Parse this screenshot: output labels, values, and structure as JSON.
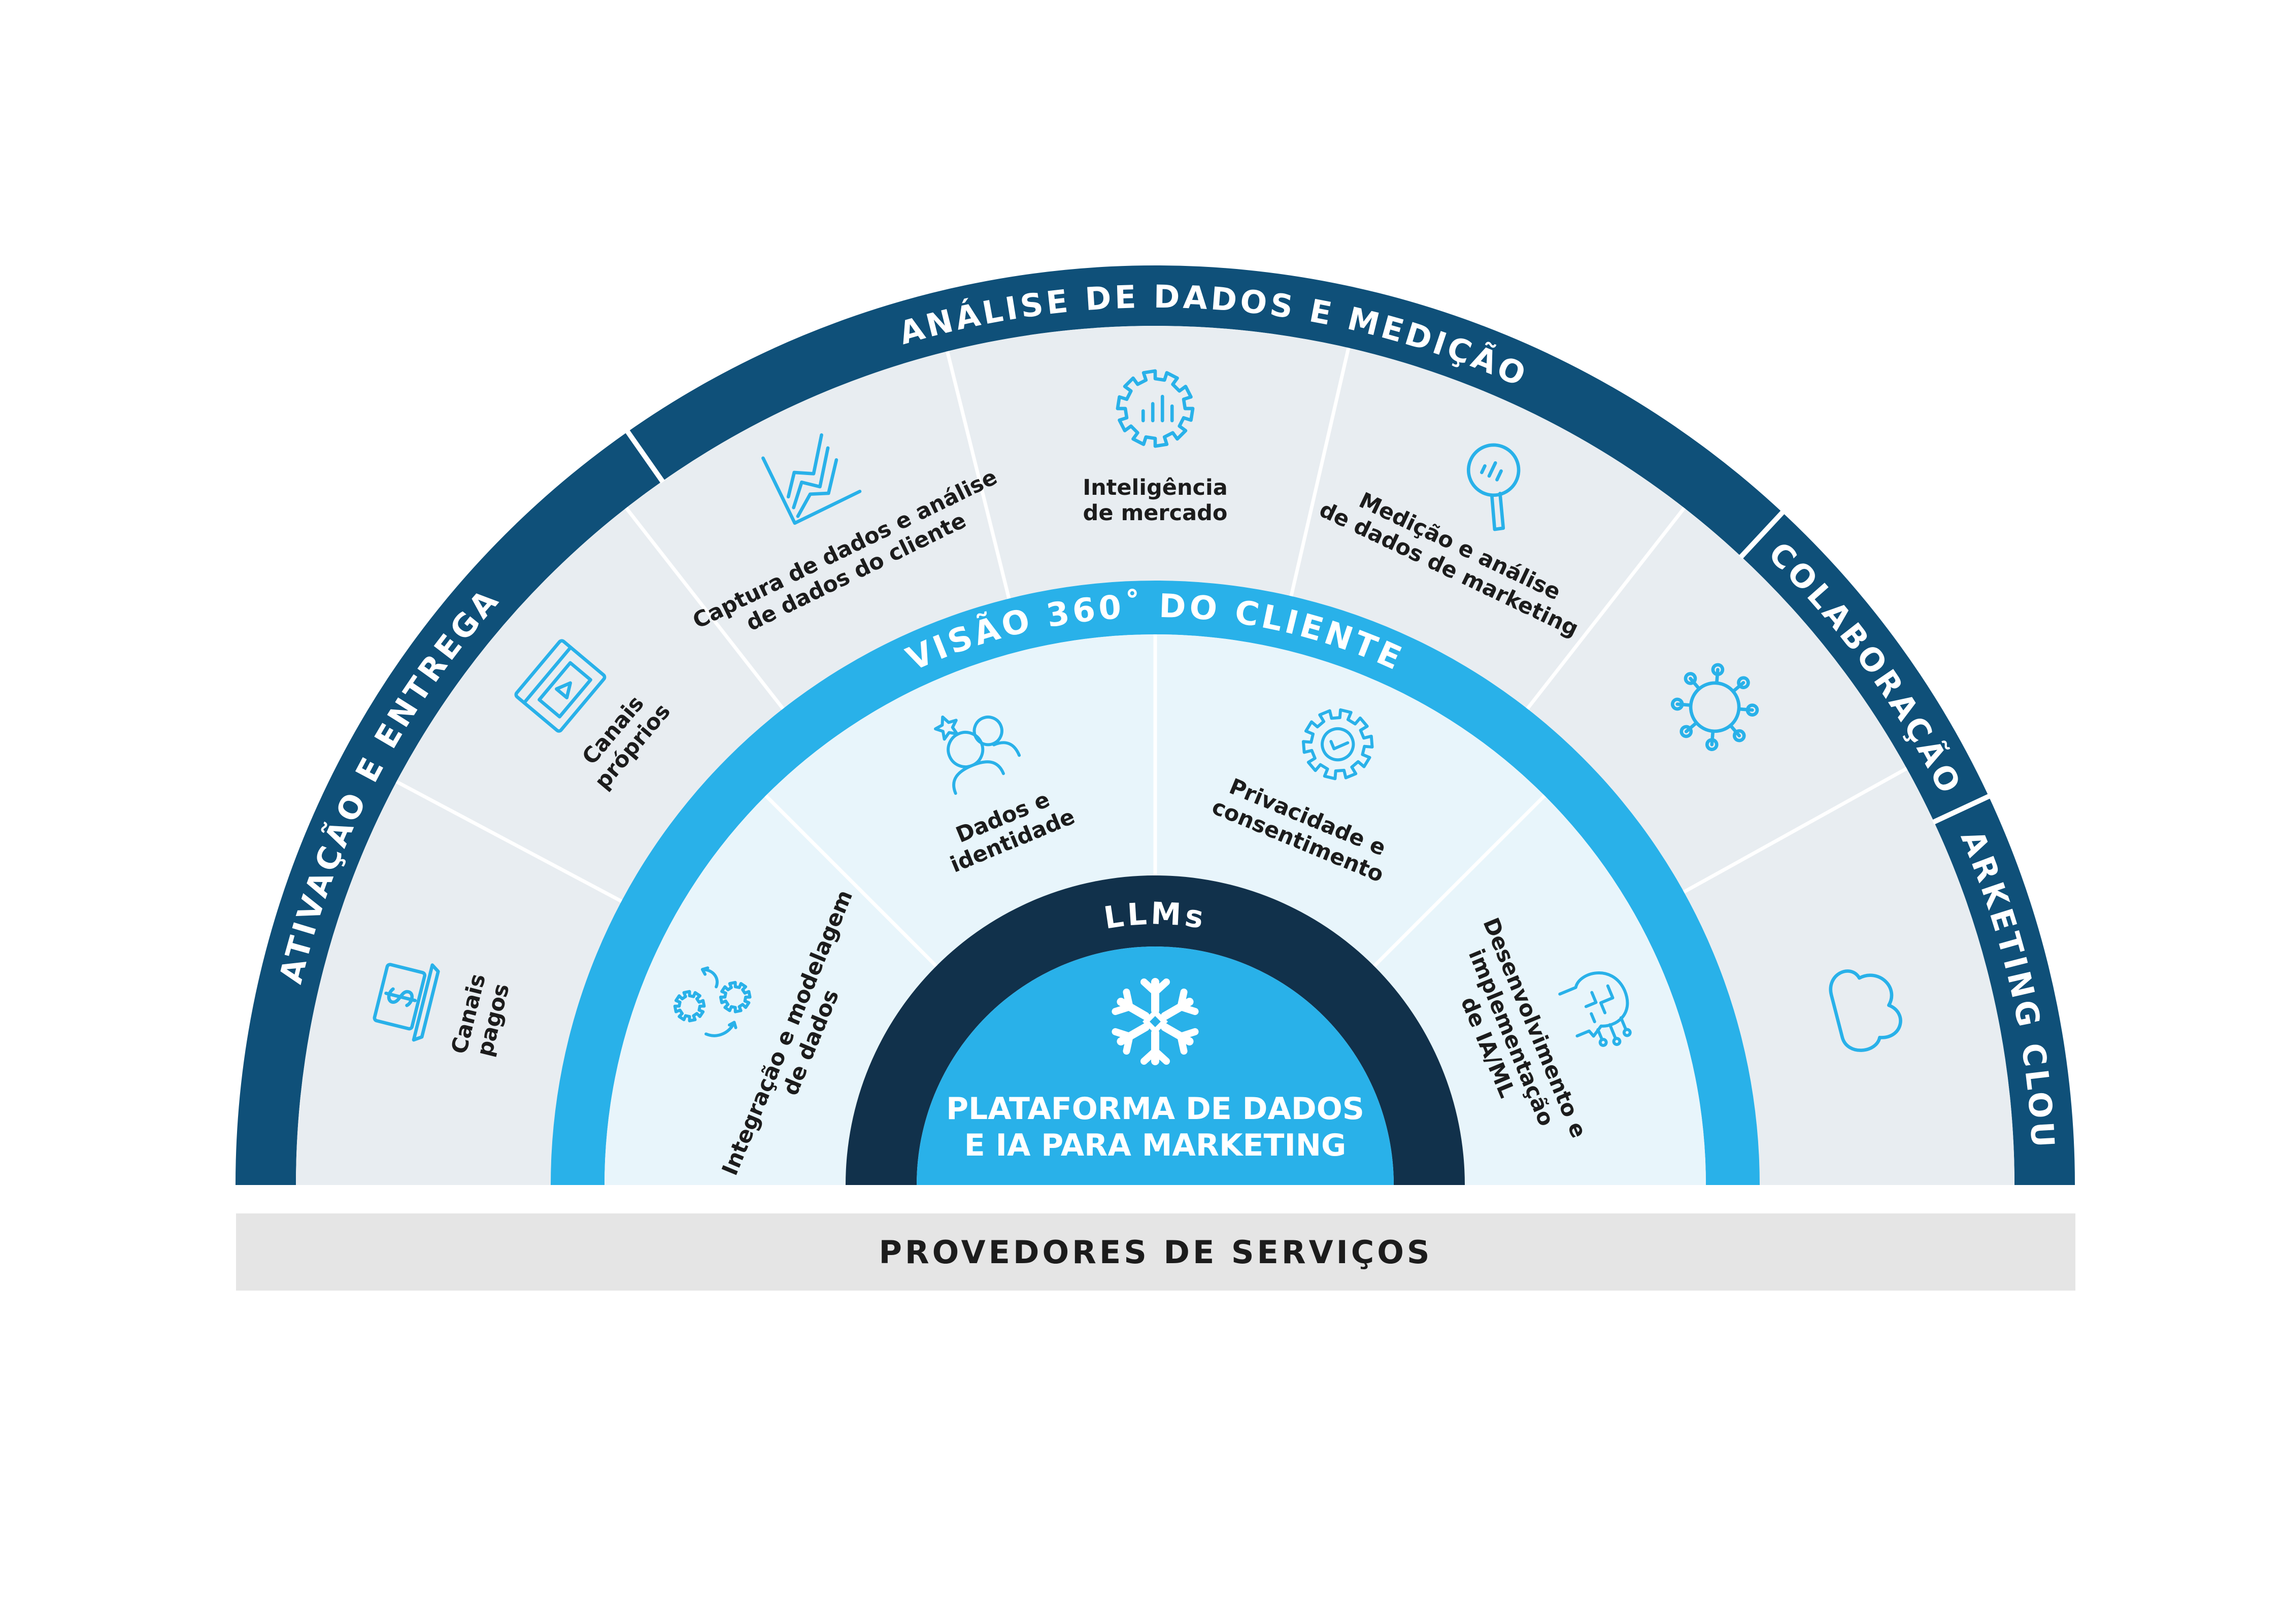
{
  "colors": {
    "outer_ring": "#0f5079",
    "outer_fill": "#e8edf1",
    "mid_ring": "#29b1e9",
    "mid_fill": "#e8f5fb",
    "llm_ring": "#11314b",
    "core": "#29b1e9",
    "icon": "#29b1e9",
    "footer": "#e5e5e5"
  },
  "outer_categories": {
    "activation": "ATIVAÇÃO E ENTREGA",
    "analytics": "ANÁLISE DE DADOS E MEDIÇÃO",
    "collaboration": "COLABORAÇÃO",
    "marketing_cloud": "MARKETING CLOUD"
  },
  "outer_segments": [
    {
      "lines": [
        "Canais",
        "pagos"
      ],
      "icon": "laptop-dollar-icon"
    },
    {
      "lines": [
        "Canais",
        "próprios"
      ],
      "icon": "browser-video-icon"
    },
    {
      "lines": [
        "Captura de dados e análise",
        "de dados do cliente"
      ],
      "icon": "line-chart-icon"
    },
    {
      "lines": [
        "Inteligência",
        "de mercado"
      ],
      "icon": "gear-bar-chart-icon"
    },
    {
      "lines": [
        "Medição e análise",
        "de dados de marketing"
      ],
      "icon": "magnifier-chart-icon"
    },
    {
      "lines": [],
      "icon": "network-hub-icon"
    },
    {
      "lines": [],
      "icon": "cloud-icon"
    }
  ],
  "middle_ring_title": "VISÃO 360˚ DO CLIENTE",
  "middle_segments": [
    {
      "lines": [
        "Integração e modelagem",
        "de dados"
      ],
      "icon": "gears-cycle-icon"
    },
    {
      "lines": [
        "Dados e",
        "identidade"
      ],
      "icon": "people-star-icon"
    },
    {
      "lines": [
        "Privacidade e",
        "consentimento"
      ],
      "icon": "gear-check-icon"
    },
    {
      "lines": [
        "Desenvolvimento e",
        "implementação",
        "de IA/ML"
      ],
      "icon": "ai-head-circuit-icon"
    }
  ],
  "llm_ring_title": "LLMs",
  "core": {
    "lines": [
      "PLATAFORMA DE DADOS",
      "E IA PARA MARKETING"
    ],
    "icon": "snowflake-icon"
  },
  "footer": {
    "label": "PROVEDORES DE SERVIÇOS"
  }
}
